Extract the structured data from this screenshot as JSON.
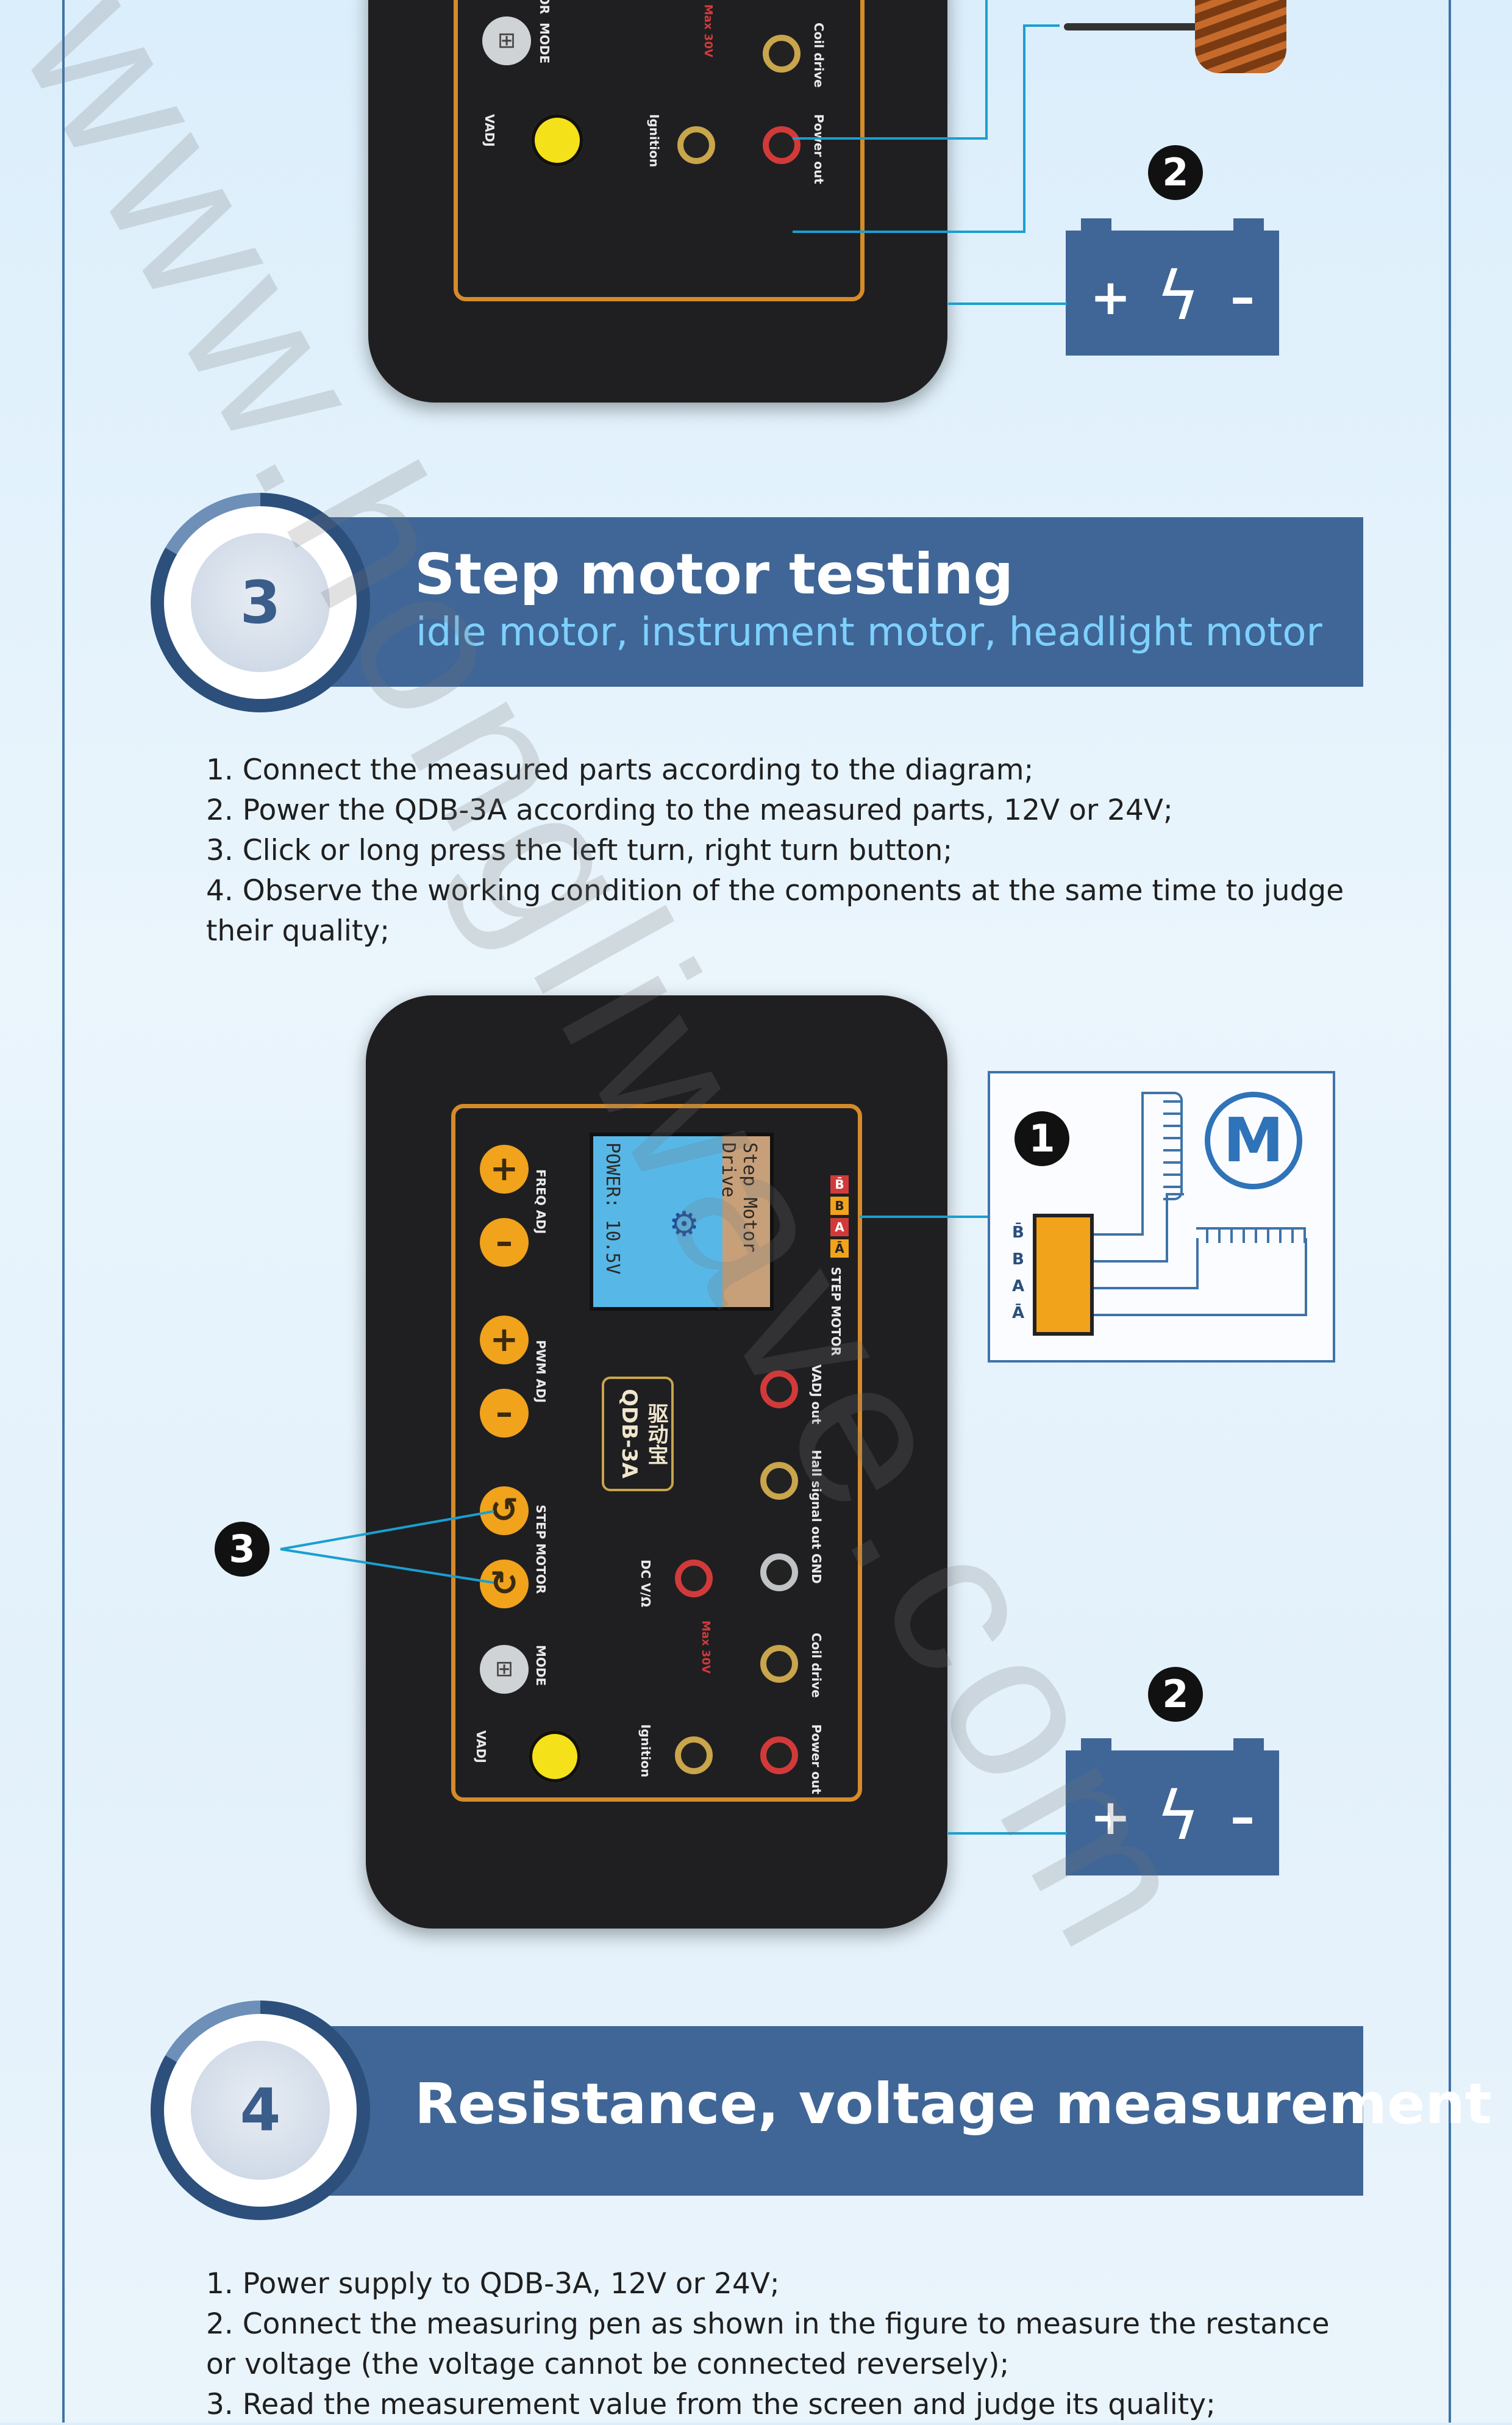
{
  "watermark": "www.hongliwave.com",
  "section3": {
    "number": "3",
    "title": "Step motor testing",
    "subtitle": "idle motor, instrument motor, headlight motor",
    "steps": [
      "1. Connect the measured parts according to the diagram;",
      "2. Power the QDB-3A according to the measured parts, 12V or 24V;",
      "3. Click or long press the left turn, right turn button;",
      "4. Observe the working condition of the components at the same time to judge",
      "their quality;"
    ]
  },
  "section4": {
    "number": "4",
    "title": "Resistance, voltage measurement",
    "steps": [
      "1. Power supply to QDB-3A, 12V or 24V;",
      "2. Connect the measuring pen as shown in the figure to measure the restance",
      "or voltage (the voltage cannot be connected reversely);",
      "3. Read the measurement value from the screen and judge its quality;"
    ]
  },
  "device": {
    "brand_cn": "驱动宝",
    "model": "QDB-3A",
    "screen_power": "POWER: 10.5V",
    "screen_mode": "Step Motor Drive",
    "labels": {
      "freq_adj": "FREQ ADJ",
      "pwm_adj": "PWM ADJ",
      "step_motor": "STEP MOTOR",
      "mode": "MODE",
      "vadj": "VADJ",
      "dc_v_ohm": "DC V/Ω",
      "ignition": "Ignition",
      "max30v": "Max 30V",
      "vadj_out": "VADJ out",
      "hall_out": "Hall signal out",
      "gnd": "GND",
      "coil_drive": "Coil drive",
      "power_out": "Power out",
      "step_motor_port": "STEP MOTOR"
    },
    "step_pins": [
      "B̄",
      "B",
      "A",
      "Ā"
    ]
  },
  "callouts": {
    "one": "1",
    "two": "2",
    "three": "3"
  },
  "diagram": {
    "motor_symbol": "M",
    "pins": [
      "B̄",
      "B",
      "A",
      "Ā"
    ]
  },
  "colors": {
    "band": "#3f6696",
    "accent": "#7fd0ff",
    "panel_border": "#d48b2a",
    "button": "#f0a31b"
  }
}
